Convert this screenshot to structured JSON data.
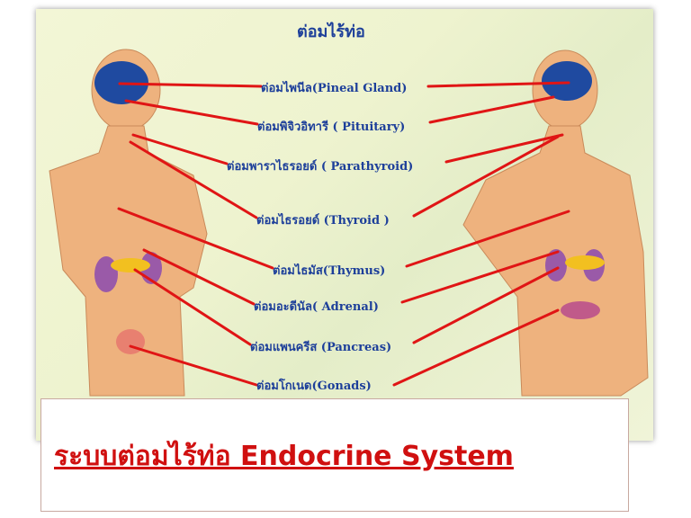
{
  "diagram": {
    "title": "ต่อมไร้ท่อ",
    "labels": [
      "ต่อมไพนีล(Pineal Gland)",
      "ต่อมพิจิวอิทารี ( Pituitary)",
      "ต่อมพาราไธรอยด์ ( Parathyroid)",
      "ต่อมไธรอยด์ (Thyroid )",
      "ต่อมไธมัส(Thymus)",
      "ต่อมอะดีนัล( Adrenal)",
      "ต่อมแพนครีส (Pancreas)",
      "ต่อมโกเนด(Gonads)"
    ],
    "colors": {
      "line": "#e01515",
      "label": "#1d3f9a",
      "brain": "#1f4aa0",
      "skin": "#eeb27e"
    }
  },
  "caption": {
    "text": "ระบบต่อมไร้ท่อ Endocrine System",
    "color": "#d01010"
  }
}
